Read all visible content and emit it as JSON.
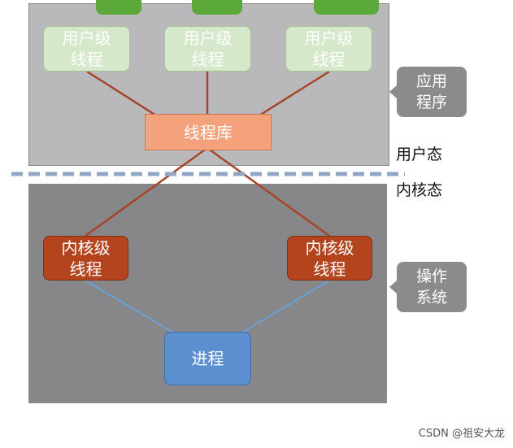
{
  "diagram": {
    "user_level_threads": [
      {
        "label": "用户级\n线程"
      },
      {
        "label": "用户级\n线程"
      },
      {
        "label": "用户级\n线程"
      }
    ],
    "thread_library": "线程库",
    "kernel_level_threads": [
      {
        "label": "内核级\n线程"
      },
      {
        "label": "内核级\n线程"
      }
    ],
    "process": "进程",
    "side_labels": {
      "application": "应用\n程序",
      "os": "操作\n系统"
    },
    "modes": {
      "user_mode": "用户态",
      "kernel_mode": "内核态"
    },
    "colors": {
      "user_thread_fill": "#d5e8c9",
      "kernel_thread_fill": "#b3441e",
      "library_fill": "#f4a27c",
      "process_fill": "#5b8fd0",
      "mapping_line": "#a5462a",
      "process_line": "#6aa0d8",
      "boundary_line": "#8fa6c4"
    }
  },
  "watermark": "CSDN @祖安大龙"
}
